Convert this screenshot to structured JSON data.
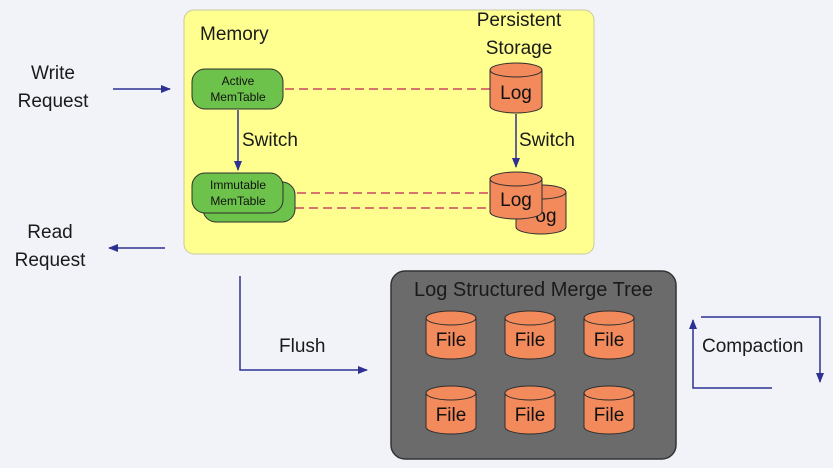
{
  "labels": {
    "write_request": [
      "Write",
      "Request"
    ],
    "read_request": [
      "Read",
      "Request"
    ],
    "memory": "Memory",
    "persistent_storage": [
      "Persistent",
      "Storage"
    ],
    "active_memtable": [
      "Active",
      "MemTable"
    ],
    "immutable_memtable": [
      "Immutable",
      "MemTable"
    ],
    "switch_left": "Switch",
    "switch_right": "Switch",
    "log": "Log",
    "log_back_visible": "og",
    "flush": "Flush",
    "lsm_title": "Log Structured Merge Tree",
    "file": "File",
    "compaction": "Compaction"
  },
  "colors": {
    "background": "#f1f3f9",
    "memory_panel": "#ffff8f",
    "lsm_panel": "#6b6b6b",
    "memtable": "#6cc24a",
    "cylinder": "#f28a5b",
    "arrow": "#2e3192",
    "dashed_link": "#c0205a"
  },
  "lsm_files": [
    [
      "File",
      "File",
      "File"
    ],
    [
      "File",
      "File",
      "File"
    ]
  ]
}
